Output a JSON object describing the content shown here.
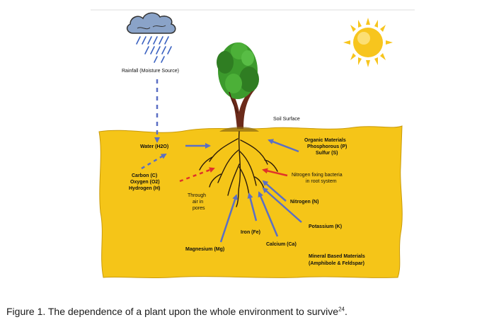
{
  "labels": {
    "rainfall": "Rainfall (Moisture Source)",
    "soil_surface": "Soil Surface",
    "water": "Water (H2O)",
    "carbon": "Carbon (C)",
    "oxygen": "Oxygen (O2)",
    "hydrogen": "Hydrogen (H)",
    "through": "Through",
    "air_in": "air in",
    "pores": "pores",
    "organic_1": "Organic Materials",
    "organic_2": "Phosphorous (P)",
    "organic_3": "Sulfur (S)",
    "nitro_fix_1": "Nitrogen fixing bacteria",
    "nitro_fix_2": "in root system",
    "nitrogen": "Nitrogen (N)",
    "potassium": "Potassium (K)",
    "iron": "Iron (Fe)",
    "calcium": "Calcium (Ca)",
    "magnesium": "Magnesium (Mg)",
    "mineral_1": "Mineral Based Materials",
    "mineral_2": "(Amphibole & Feldspar)"
  },
  "caption": {
    "text": "Figure 1. The dependence of a plant upon the whole environment to survive",
    "ref": "24",
    "end": "."
  },
  "colors": {
    "soil": "#f5c518",
    "soil_edge": "#c99a0a",
    "arrow_blue": "#5b6fc4",
    "arrow_red": "#e0322a",
    "leaf": "#3c9a2c",
    "trunk": "#6b2a1a",
    "root": "#2a1a0a",
    "sun": "#f7c51e",
    "cloud": "#8aa3c8",
    "rain": "#3b62c1"
  }
}
